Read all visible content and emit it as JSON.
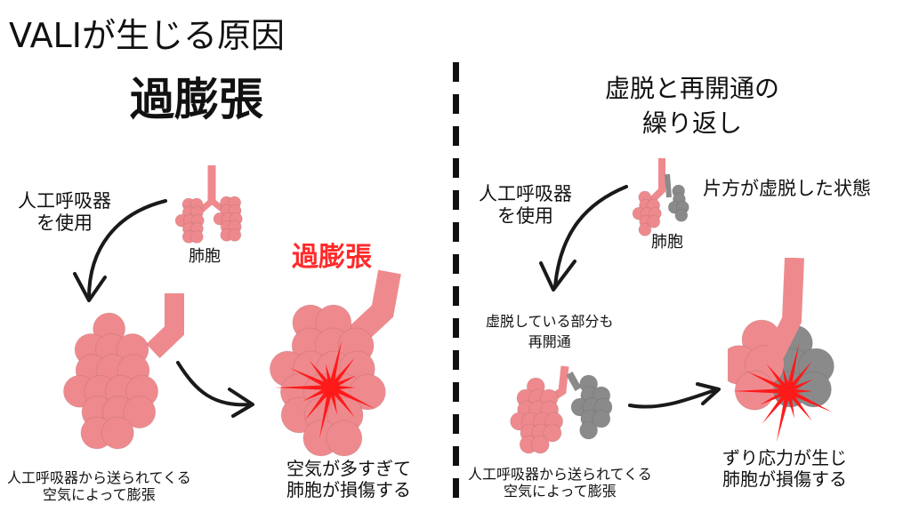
{
  "left": {
    "title": "VALIが生じる原因",
    "subtitle": "過膨張",
    "ventilator_label": [
      "人工呼吸器",
      "を使用"
    ],
    "alveoli_label": "肺胞",
    "overinflation_label": "過膨張",
    "caption_left": [
      "人工呼吸器から送られてくる",
      "空気によって膨張"
    ],
    "caption_right": [
      "空気が多すぎて",
      "肺胞が損傷する"
    ]
  },
  "right": {
    "title": [
      "虚脱と再開通の",
      "繰り返し"
    ],
    "ventilator_label": [
      "人工呼吸器",
      "を使用"
    ],
    "alveoli_label": "肺胞",
    "collapsed_state_label": "片方が虚脱した状態",
    "reopen_label": [
      "虚脱している部分も",
      "再開通"
    ],
    "caption_left": [
      "人工呼吸器から送られてくる",
      "空気によって膨張"
    ],
    "caption_right": [
      "ずり応力が生じ",
      "肺胞が損傷する"
    ]
  },
  "colors": {
    "alveoli": "#ee8a8e",
    "collapsed": "#8a8a8a",
    "damage": "#ff1a1a",
    "text": "#111111"
  }
}
